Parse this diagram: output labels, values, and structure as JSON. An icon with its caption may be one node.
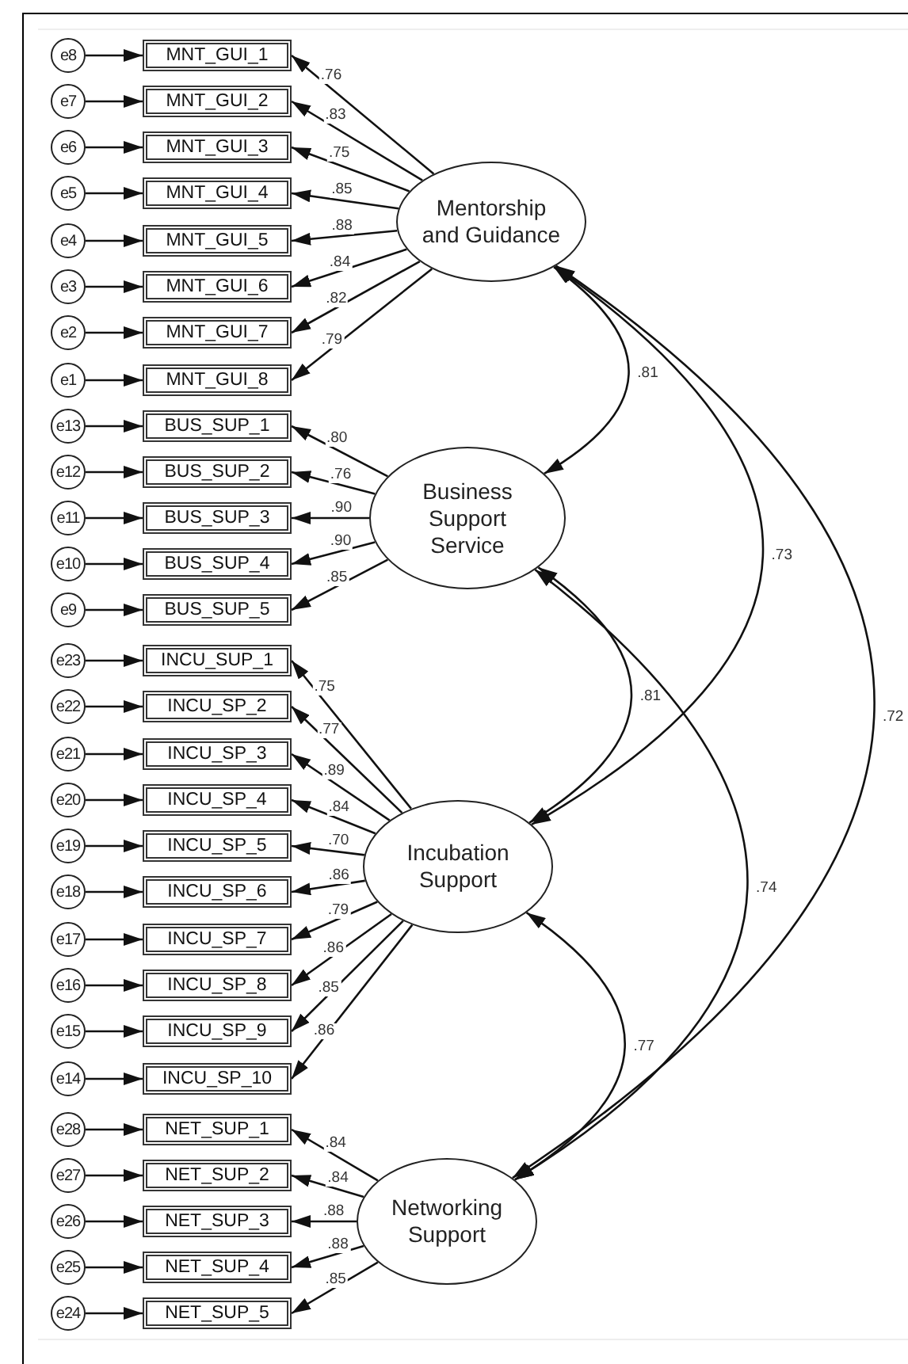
{
  "diagram": {
    "nodes": [
      {
        "text": [
          "Mentorship and Guidance"
        ]
      },
      {
        "text": [
          "e8"
        ]
      },
      {
        "text": [
          "MNT_GUI_1"
        ]
      },
      {
        "text": [
          "e7"
        ]
      },
      {
        "text": [
          "MNT_GUI_2"
        ]
      },
      {
        "text": [
          "e6"
        ]
      },
      {
        "text": [
          "MNT_GUI_3"
        ]
      },
      {
        "text": [
          "e5"
        ]
      },
      {
        "text": [
          "MNT_GUI_4"
        ]
      },
      {
        "text": [
          "e4"
        ]
      },
      {
        "text": [
          "MNT_GUI_5"
        ]
      },
      {
        "text": [
          "e3"
        ]
      },
      {
        "text": [
          "MNT_GUI_6"
        ]
      },
      {
        "text": [
          "e2"
        ]
      },
      {
        "text": [
          "MNT_GUI_7"
        ]
      },
      {
        "text": [
          "e1"
        ]
      },
      {
        "text": [
          "MNT_GUI_8"
        ]
      },
      {
        "text": [
          "Business Support Service"
        ]
      },
      {
        "text": [
          "e13"
        ]
      },
      {
        "text": [
          "BUS_SUP_1"
        ]
      },
      {
        "text": [
          "e12"
        ]
      },
      {
        "text": [
          "BUS_SUP_2"
        ]
      },
      {
        "text": [
          "e11"
        ]
      },
      {
        "text": [
          "BUS_SUP_3"
        ]
      },
      {
        "text": [
          "e10"
        ]
      },
      {
        "text": [
          "BUS_SUP_4"
        ]
      },
      {
        "text": [
          "e9"
        ]
      },
      {
        "text": [
          "BUS_SUP_5"
        ]
      },
      {
        "text": [
          "Incubation Support"
        ]
      },
      {
        "text": [
          "e23"
        ]
      },
      {
        "text": [
          "INCU_SUP_1"
        ]
      },
      {
        "text": [
          "e22"
        ]
      },
      {
        "text": [
          "INCU_SP_2"
        ]
      },
      {
        "text": [
          "e21"
        ]
      },
      {
        "text": [
          "INCU_SP_3"
        ]
      },
      {
        "text": [
          "e20"
        ]
      },
      {
        "text": [
          "INCU_SP_4"
        ]
      },
      {
        "text": [
          "e19"
        ]
      },
      {
        "text": [
          "INCU_SP_5"
        ]
      },
      {
        "text": [
          "e18"
        ]
      },
      {
        "text": [
          "INCU_SP_6"
        ]
      },
      {
        "text": [
          "e17"
        ]
      },
      {
        "text": [
          "INCU_SP_7"
        ]
      },
      {
        "text": [
          "e16"
        ]
      },
      {
        "text": [
          "INCU_SP_8"
        ]
      },
      {
        "text": [
          "e15"
        ]
      },
      {
        "text": [
          "INCU_SP_9"
        ]
      },
      {
        "text": [
          "e14"
        ]
      },
      {
        "text": [
          "INCU_SP_10"
        ]
      },
      {
        "text": [
          "Networking Support"
        ]
      },
      {
        "text": [
          "e28"
        ]
      },
      {
        "text": [
          "NET_SUP_1"
        ]
      },
      {
        "text": [
          "e27"
        ]
      },
      {
        "text": [
          "NET_SUP_2"
        ]
      },
      {
        "text": [
          "e26"
        ]
      },
      {
        "text": [
          "NET_SUP_3"
        ]
      },
      {
        "text": [
          "e25"
        ]
      },
      {
        "text": [
          "NET_SUP_4"
        ]
      },
      {
        "text": [
          "e24"
        ]
      },
      {
        "text": [
          "NET_SUP_5"
        ]
      }
    ],
    "edges": [
      {
        "from": 1,
        "to": 2,
        "arrow": "to"
      },
      {
        "from": 0,
        "to": 2,
        "arrow": "to",
        "label": ".76"
      },
      {
        "from": 3,
        "to": 4,
        "arrow": "to"
      },
      {
        "from": 0,
        "to": 4,
        "arrow": "to",
        "label": ".83"
      },
      {
        "from": 5,
        "to": 6,
        "arrow": "to"
      },
      {
        "from": 0,
        "to": 6,
        "arrow": "to",
        "label": ".75"
      },
      {
        "from": 7,
        "to": 8,
        "arrow": "to"
      },
      {
        "from": 0,
        "to": 8,
        "arrow": "to",
        "label": ".85"
      },
      {
        "from": 9,
        "to": 10,
        "arrow": "to"
      },
      {
        "from": 0,
        "to": 10,
        "arrow": "to",
        "label": ".88"
      },
      {
        "from": 11,
        "to": 12,
        "arrow": "to"
      },
      {
        "from": 0,
        "to": 12,
        "arrow": "to",
        "label": ".84"
      },
      {
        "from": 13,
        "to": 14,
        "arrow": "to"
      },
      {
        "from": 0,
        "to": 14,
        "arrow": "to",
        "label": ".82"
      },
      {
        "from": 15,
        "to": 16,
        "arrow": "to"
      },
      {
        "from": 0,
        "to": 16,
        "arrow": "to",
        "label": ".79"
      },
      {
        "from": 18,
        "to": 19,
        "arrow": "to"
      },
      {
        "from": 17,
        "to": 19,
        "arrow": "to",
        "label": ".80"
      },
      {
        "from": 20,
        "to": 21,
        "arrow": "to"
      },
      {
        "from": 17,
        "to": 21,
        "arrow": "to",
        "label": ".76"
      },
      {
        "from": 22,
        "to": 23,
        "arrow": "to"
      },
      {
        "from": 17,
        "to": 23,
        "arrow": "to",
        "label": ".90"
      },
      {
        "from": 24,
        "to": 25,
        "arrow": "to"
      },
      {
        "from": 17,
        "to": 25,
        "arrow": "to",
        "label": ".90"
      },
      {
        "from": 26,
        "to": 27,
        "arrow": "to"
      },
      {
        "from": 17,
        "to": 27,
        "arrow": "to",
        "label": ".85"
      },
      {
        "from": 29,
        "to": 30,
        "arrow": "to"
      },
      {
        "from": 28,
        "to": 30,
        "arrow": "to",
        "label": ".75"
      },
      {
        "from": 31,
        "to": 32,
        "arrow": "to"
      },
      {
        "from": 28,
        "to": 32,
        "arrow": "to",
        "label": ".77"
      },
      {
        "from": 33,
        "to": 34,
        "arrow": "to"
      },
      {
        "from": 28,
        "to": 34,
        "arrow": "to",
        "label": ".89"
      },
      {
        "from": 35,
        "to": 36,
        "arrow": "to"
      },
      {
        "from": 28,
        "to": 36,
        "arrow": "to",
        "label": ".84"
      },
      {
        "from": 37,
        "to": 38,
        "arrow": "to"
      },
      {
        "from": 28,
        "to": 38,
        "arrow": "to",
        "label": ".70"
      },
      {
        "from": 39,
        "to": 40,
        "arrow": "to"
      },
      {
        "from": 28,
        "to": 40,
        "arrow": "to",
        "label": ".86"
      },
      {
        "from": 41,
        "to": 42,
        "arrow": "to"
      },
      {
        "from": 28,
        "to": 42,
        "arrow": "to",
        "label": ".79"
      },
      {
        "from": 43,
        "to": 44,
        "arrow": "to"
      },
      {
        "from": 28,
        "to": 44,
        "arrow": "to",
        "label": ".86"
      },
      {
        "from": 45,
        "to": 46,
        "arrow": "to"
      },
      {
        "from": 28,
        "to": 46,
        "arrow": "to",
        "label": ".85"
      },
      {
        "from": 47,
        "to": 48,
        "arrow": "to"
      },
      {
        "from": 28,
        "to": 48,
        "arrow": "to",
        "label": ".86"
      },
      {
        "from": 50,
        "to": 51,
        "arrow": "to"
      },
      {
        "from": 49,
        "to": 51,
        "arrow": "to",
        "label": ".84"
      },
      {
        "from": 52,
        "to": 53,
        "arrow": "to"
      },
      {
        "from": 49,
        "to": 53,
        "arrow": "to",
        "label": ".84"
      },
      {
        "from": 54,
        "to": 55,
        "arrow": "to"
      },
      {
        "from": 49,
        "to": 55,
        "arrow": "to",
        "label": ".88"
      },
      {
        "from": 56,
        "to": 57,
        "arrow": "to"
      },
      {
        "from": 49,
        "to": 57,
        "arrow": "to",
        "label": ".88"
      },
      {
        "from": 58,
        "to": 59,
        "arrow": "to"
      },
      {
        "from": 49,
        "to": 59,
        "arrow": "to",
        "label": ".85"
      },
      {
        "from": 0,
        "to": 17,
        "arrow": "both",
        "label": ".81"
      },
      {
        "from": 0,
        "to": 28,
        "arrow": "both",
        "label": ".73"
      },
      {
        "from": 0,
        "to": 49,
        "arrow": "both",
        "label": ".72"
      },
      {
        "from": 17,
        "to": 28,
        "arrow": "both",
        "label": ".81"
      },
      {
        "from": 17,
        "to": 49,
        "arrow": "both",
        "label": ".74"
      },
      {
        "from": 28,
        "to": 49,
        "arrow": "both",
        "label": ".77"
      }
    ]
  }
}
